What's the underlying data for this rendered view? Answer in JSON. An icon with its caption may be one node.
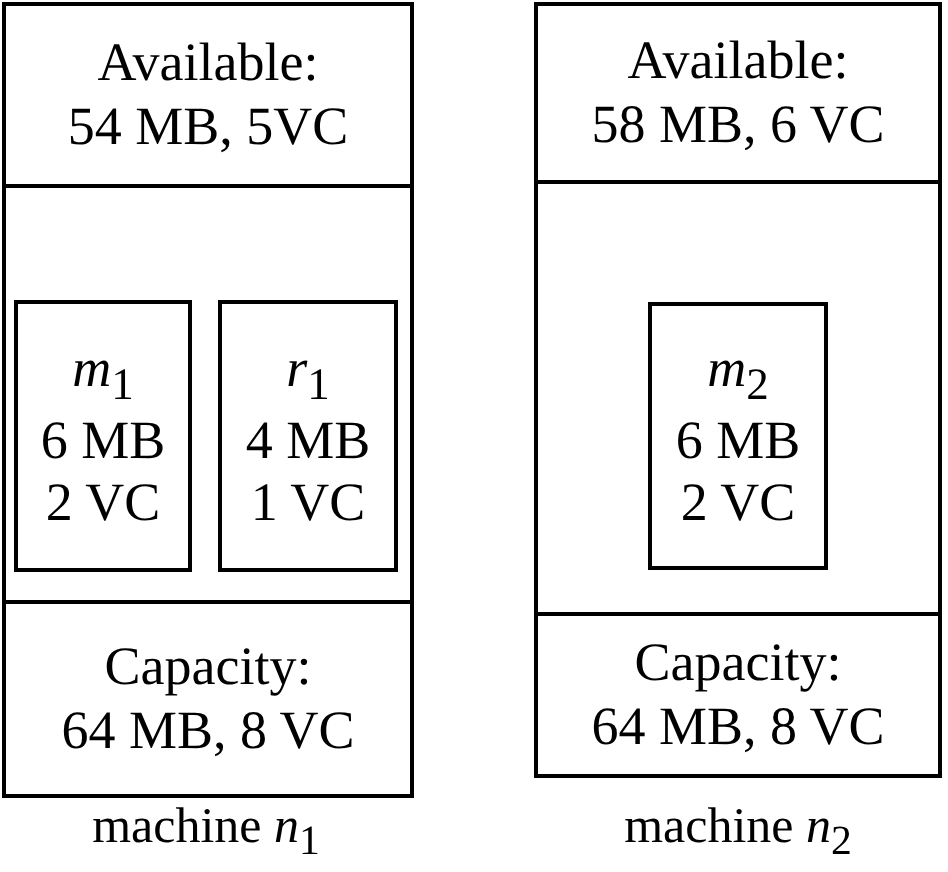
{
  "diagram": {
    "nodes": [
      {
        "text": [],
        "shape": "box",
        "beside": [
          "machine *n*$_{1}$"
        ]
      },
      {
        "text": [
          "Available:",
          "54 MB, 5VC"
        ],
        "in": 0
      },
      {
        "text": [
          "*m*$_{1}$",
          "6 MB 2 VC"
        ],
        "in": 0
      },
      {
        "text": [
          "*r*$_{1}$",
          "4 MB 1 VC"
        ],
        "in": 0
      },
      {
        "text": [
          "Capacity:",
          "64 MB, 8 VC"
        ],
        "in": 0
      },
      {
        "text": [],
        "shape": "box",
        "beside": [
          "machine *n*$_{2}$"
        ]
      },
      {
        "text": [
          "Available:",
          "58 MB, 6 VC"
        ],
        "in": 5
      },
      {
        "text": [
          "*m*$_{2}$",
          "6 MB 2 VC"
        ],
        "in": 5
      },
      {
        "text": [
          "Capacity:",
          "64 MB, 8 VC"
        ],
        "in": 5
      }
    ],
    "edges": []
  }
}
